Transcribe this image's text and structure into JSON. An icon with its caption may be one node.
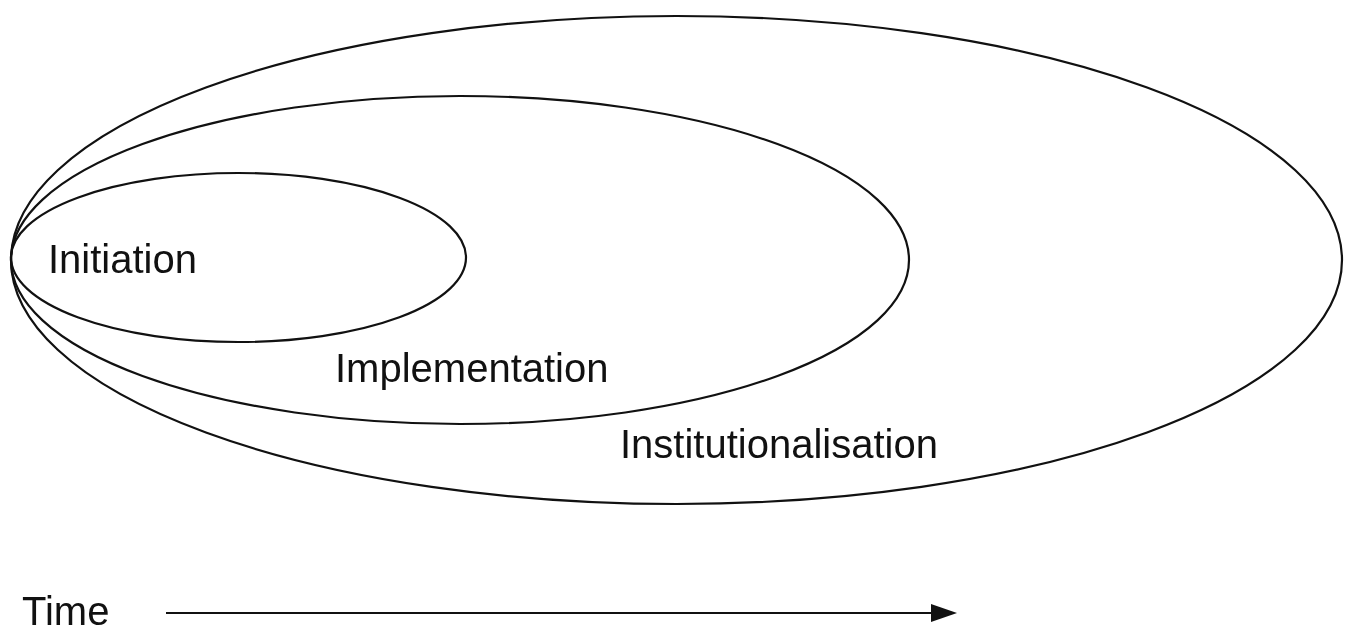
{
  "diagram": {
    "nodes": [
      {
        "text": [
          "Institutionalisation"
        ]
      },
      {
        "text": [
          "Implementation"
        ],
        "in": 0
      },
      {
        "text": [
          "Initiation"
        ],
        "in": 1
      }
    ],
    "labels": [
      "Time"
    ]
  }
}
